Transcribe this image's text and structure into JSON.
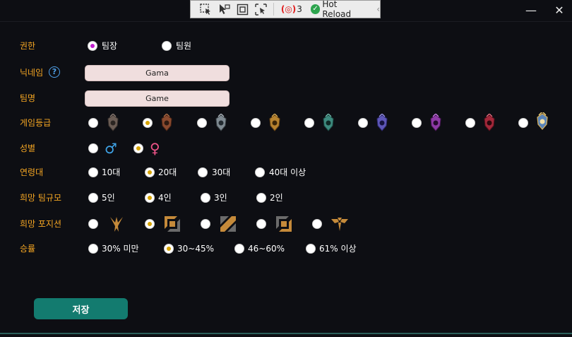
{
  "window": {
    "minimize_glyph": "—",
    "close_glyph": "✕"
  },
  "devbar": {
    "icons": [
      "select-element-icon",
      "track-focus-icon",
      "display-layout-adorners-icon",
      "preview-selection-icon"
    ],
    "binding_error_count": "3",
    "hot_reload_label": "Hot Reload",
    "collapse_glyph": "‹"
  },
  "form": {
    "role": {
      "label": "권한",
      "options": [
        "팀장",
        "팀원"
      ],
      "selected": 0
    },
    "nickname": {
      "label": "닉네임",
      "help_glyph": "?",
      "value": "Gama"
    },
    "teamname": {
      "label": "팀명",
      "value": "Game"
    },
    "tier": {
      "label": "게임등급",
      "options": [
        "iron",
        "bronze",
        "silver",
        "gold",
        "platinum",
        "diamond",
        "master",
        "grandmaster",
        "challenger"
      ],
      "selected": 1
    },
    "gender": {
      "label": "성별",
      "options": [
        "♂",
        "♀"
      ],
      "selected": 1,
      "colors": [
        "#3fa4e8",
        "#f0558a"
      ]
    },
    "age": {
      "label": "연령대",
      "options": [
        "10대",
        "20대",
        "30대",
        "40대 이상"
      ],
      "selected": 1
    },
    "team_size": {
      "label": "희망 팀규모",
      "options": [
        "5인",
        "4인",
        "3인",
        "2인"
      ],
      "selected": 1
    },
    "position": {
      "label": "희망 포지션",
      "options": [
        "jungle",
        "top",
        "mid",
        "bottom",
        "support"
      ],
      "selected": 1
    },
    "winrate": {
      "label": "승률",
      "options": [
        "30% 미만",
        "30~45%",
        "46~60%",
        "61% 이상"
      ],
      "selected": 1
    }
  },
  "save_button": {
    "label": "저장"
  },
  "colors": {
    "label": "#f5a623",
    "accent": "#137b6f",
    "radio_selected": "#d7a400",
    "radio_selected_role": "#c21fd0",
    "input_bg": "#f0dede",
    "background": "#0d0e13"
  }
}
